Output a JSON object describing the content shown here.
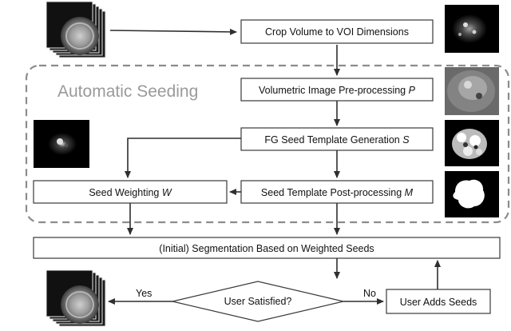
{
  "diagram": {
    "region_label": "Automatic Seeding",
    "nodes": {
      "crop_volume": {
        "label": "Crop Volume to VOI Dimensions"
      },
      "preprocessing": {
        "label": "Volumetric Image Pre-processing ",
        "var": "P"
      },
      "fg_seed_template": {
        "label": "FG Seed Template Generation ",
        "var": "S"
      },
      "seed_weighting": {
        "label": "Seed Weighting ",
        "var": "W"
      },
      "template_postprocessing": {
        "label": "Seed Template Post-processing ",
        "var": "M"
      },
      "initial_segmentation": {
        "label": "(Initial) Segmentation Based on Weighted Seeds"
      },
      "user_satisfied": {
        "label": "User Satisfied?"
      },
      "user_adds_seeds": {
        "label": "User Adds Seeds"
      }
    },
    "edge_labels": {
      "yes": "Yes",
      "no": "No"
    }
  },
  "colors": {
    "line": "#2f2f2f",
    "region_border": "#8c8c8c",
    "region_title": "#9a9a9a"
  }
}
